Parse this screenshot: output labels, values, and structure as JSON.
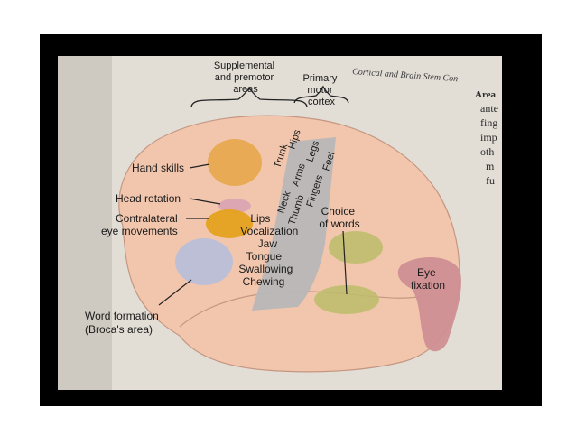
{
  "header_text": "Cortical and Brain Stem Con",
  "side_text": {
    "heading": "Area",
    "lines": [
      "ante",
      "fing",
      "imp",
      "oth",
      "m",
      "fu"
    ]
  },
  "labels": {
    "supplemental": [
      "Supplemental",
      "and premotor",
      "areas"
    ],
    "primary": [
      "Primary",
      "motor",
      "cortex"
    ],
    "hand_skills": "Hand skills",
    "head_rotation": "Head rotation",
    "contralateral": [
      "Contralateral",
      "eye movements"
    ],
    "word_formation": [
      "Word formation",
      "(Broca's area)"
    ],
    "choice_of_words": [
      "Choice",
      "of words"
    ],
    "eye_fixation": [
      "Eye",
      "fixation"
    ],
    "motor_strip_top": [
      "Hips",
      "Legs",
      "Feet"
    ],
    "motor_strip_mid": [
      "Trunk",
      "Arms",
      "Fingers"
    ],
    "motor_strip_low": [
      "Neck",
      "Thumb"
    ],
    "face_list": [
      "Lips",
      "Vocalization",
      "Jaw",
      "Tongue",
      "Swallowing",
      "Chewing"
    ]
  },
  "colors": {
    "brain": "#f2c6ad",
    "motor_strip": "#b9b7b8",
    "hand_skills": "#e7a64a",
    "head_rotation": "#d9a3b3",
    "eye_movements": "#e4a21d",
    "broca": "#b9bfd8",
    "choice": "#bcbc6a",
    "eye_fixation": "#cf8f94"
  }
}
